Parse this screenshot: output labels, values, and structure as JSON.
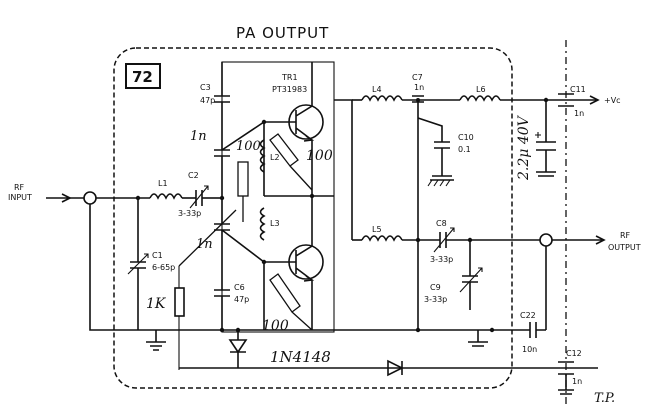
{
  "title": "PA OUTPUT",
  "block_number": "72",
  "labels": {
    "rf_input": [
      "RF",
      "INPUT"
    ],
    "rf_output": [
      "RF",
      "OUTPUT"
    ],
    "vcc": "+Vc",
    "tp": "T.P.",
    "c3": [
      "C3",
      "47p"
    ],
    "tr1": [
      "TR1",
      "PT31983"
    ],
    "l4": "L4",
    "c7": [
      "C7",
      "1n"
    ],
    "l6": "L6",
    "c11": [
      "C11",
      "1n"
    ],
    "c10": [
      "C10",
      "0.1"
    ],
    "l1": "L1",
    "c2": [
      "C2",
      "3-33p"
    ],
    "c1": [
      "C1",
      "6-65p"
    ],
    "l2": "L2",
    "l3": "L3",
    "l5": "L5",
    "c8": [
      "C8",
      "3-33p"
    ],
    "c9": [
      "C9",
      "3-33p"
    ],
    "c6": [
      "C6",
      "47p"
    ],
    "c22": [
      "C22",
      "10n"
    ],
    "c12": [
      "C12",
      "1n"
    ]
  },
  "handwritten": {
    "one_n_a": "1n",
    "one_n_b": "1n",
    "r100_top": "100",
    "r100_bot": "100",
    "r1k": "1K",
    "diode": "1N4148",
    "cap_note": "2.2μ 40V"
  }
}
